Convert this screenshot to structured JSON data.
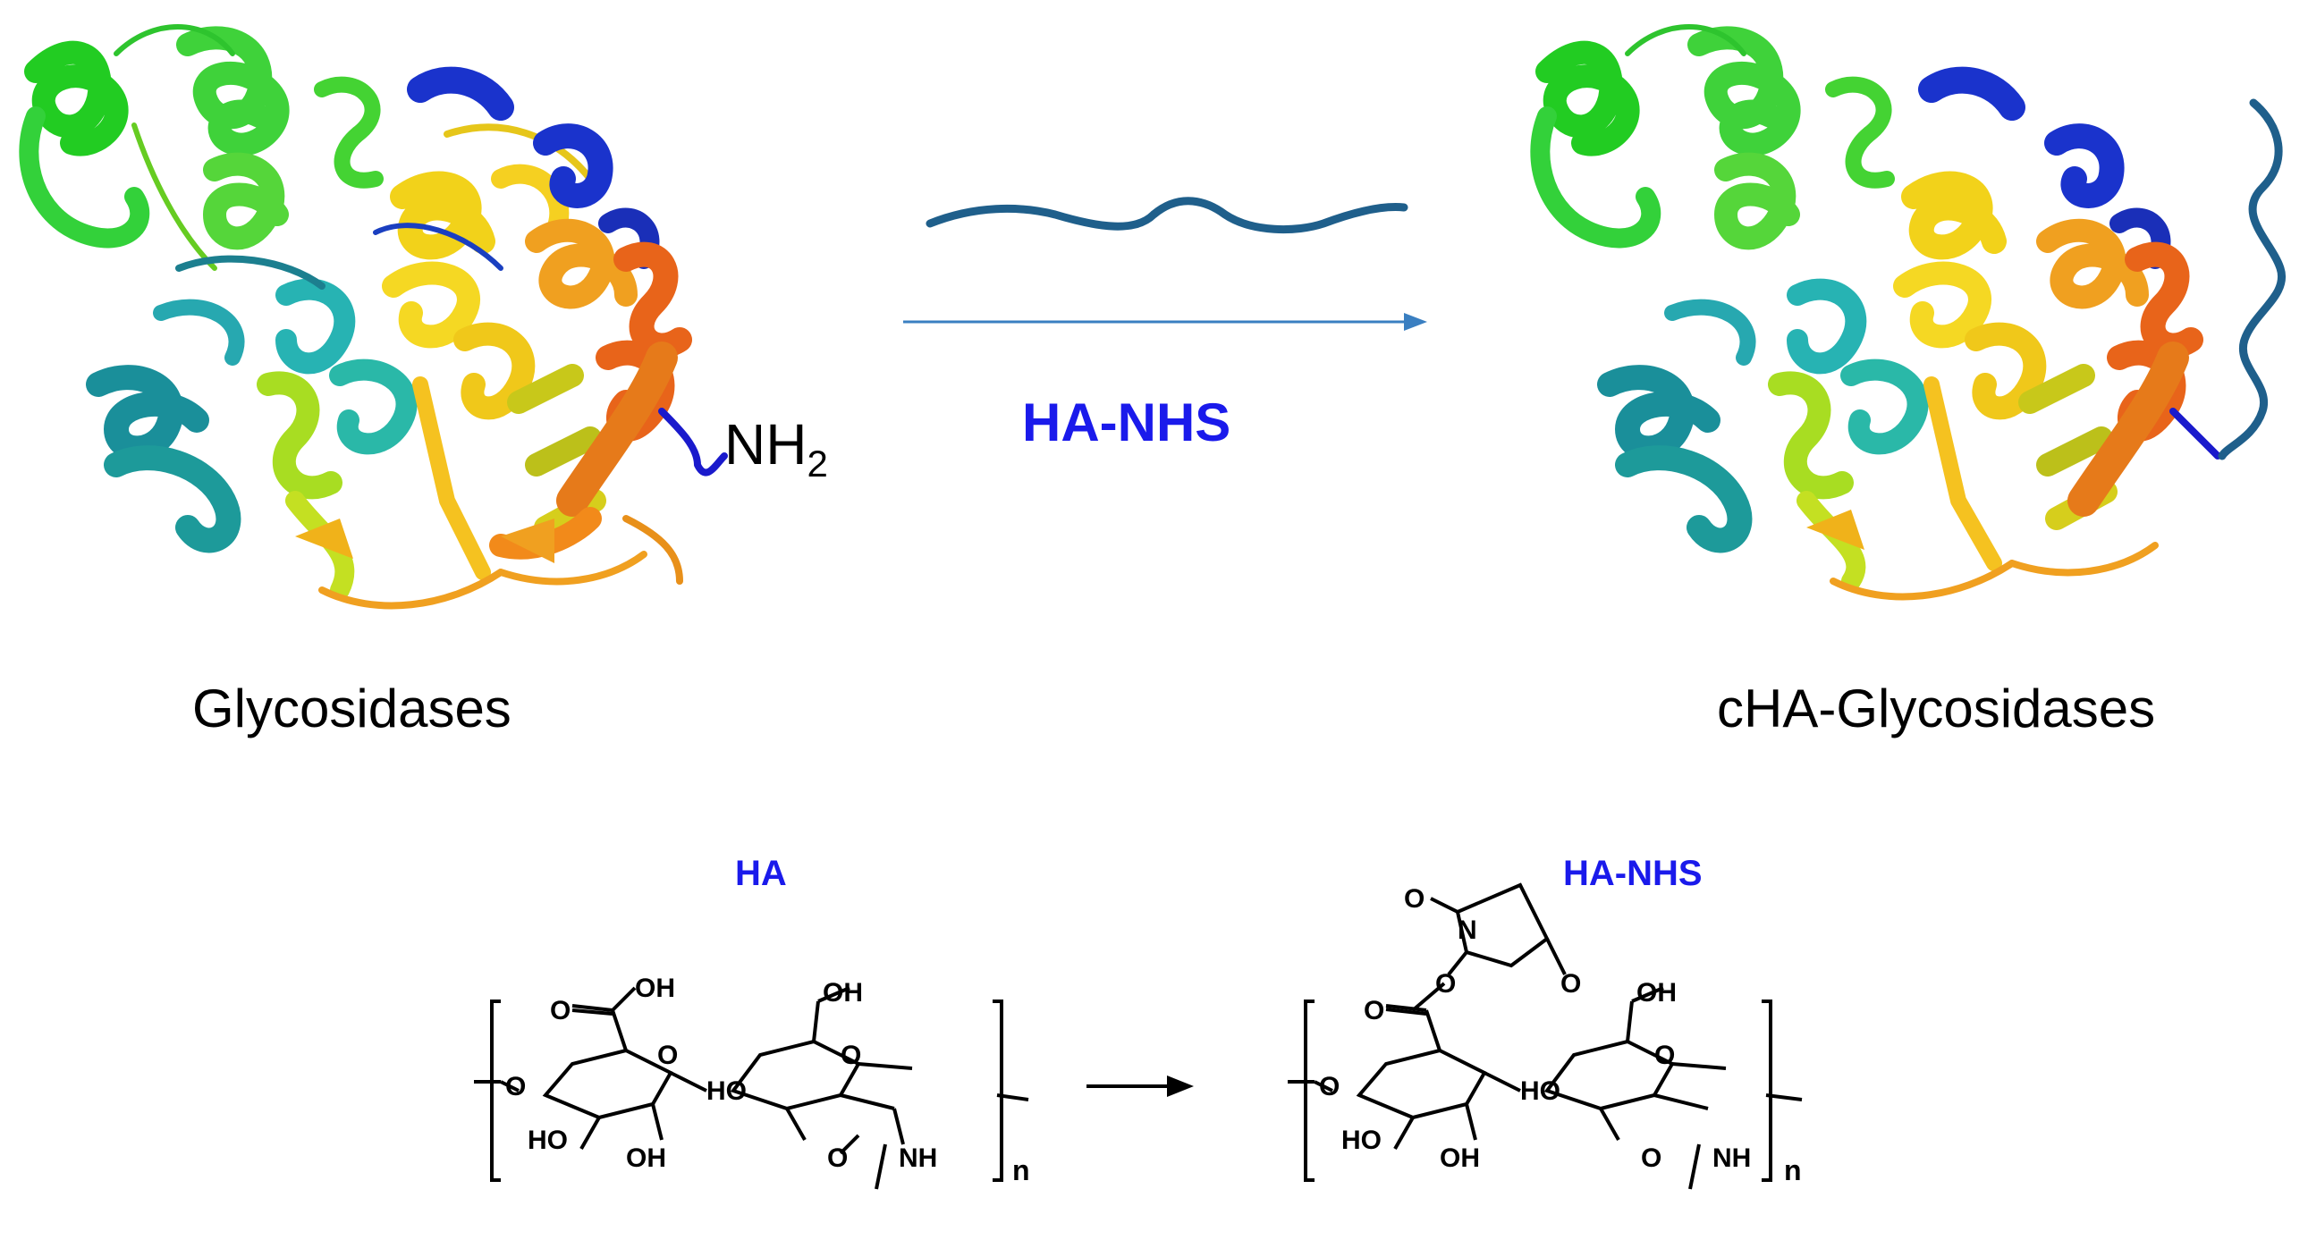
{
  "top": {
    "reagent_label": "HA-NHS",
    "amine": {
      "main": "NH",
      "sub": "2"
    },
    "left_caption": "Glycosidases",
    "right_caption": "cHA-Glycosidases"
  },
  "bottom": {
    "left_title": "HA",
    "right_title": "HA-NHS",
    "repeat_subscript": "n",
    "atoms": {
      "oh": "OH",
      "ho": "HO",
      "o": "O",
      "n": "N",
      "nh": "NH"
    }
  },
  "colors": {
    "reagent_blue": "#1a1aeb",
    "arrow_blue": "#3a7fc1",
    "ha_chain": "#1f5f8b",
    "protein_palette": [
      "#22cc22",
      "#66dd22",
      "#1a8f9a",
      "#27b3b3",
      "#f2d21a",
      "#f0a020",
      "#e8641a",
      "#1a33cc"
    ]
  },
  "icons": [
    "protein-ribbon-left",
    "protein-ribbon-right",
    "ha-polymer-strand",
    "reaction-arrow"
  ]
}
